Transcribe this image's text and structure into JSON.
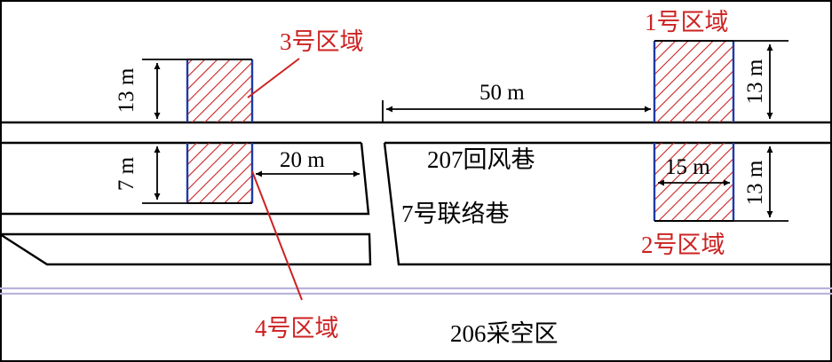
{
  "colors": {
    "zone_stroke": "#1f3aa6",
    "zone_hatch": "#cc2222",
    "label_red": "#cc2222",
    "line": "#000000",
    "rail": "#b9b3d9"
  },
  "zones": {
    "zone1": "1号区域",
    "zone2": "2号区域",
    "zone3": "3号区域",
    "zone4": "4号区域"
  },
  "roads": {
    "return_air": "207回风巷",
    "connection": "7号联络巷",
    "goaf": "206采空区"
  },
  "dimensions": {
    "d50": "50 m",
    "d20": "20 m",
    "d15": "15 m",
    "d13_left": "13 m",
    "d7_left": "7 m",
    "d13_right_top": "13 m",
    "d13_right_bottom": "13 m"
  }
}
